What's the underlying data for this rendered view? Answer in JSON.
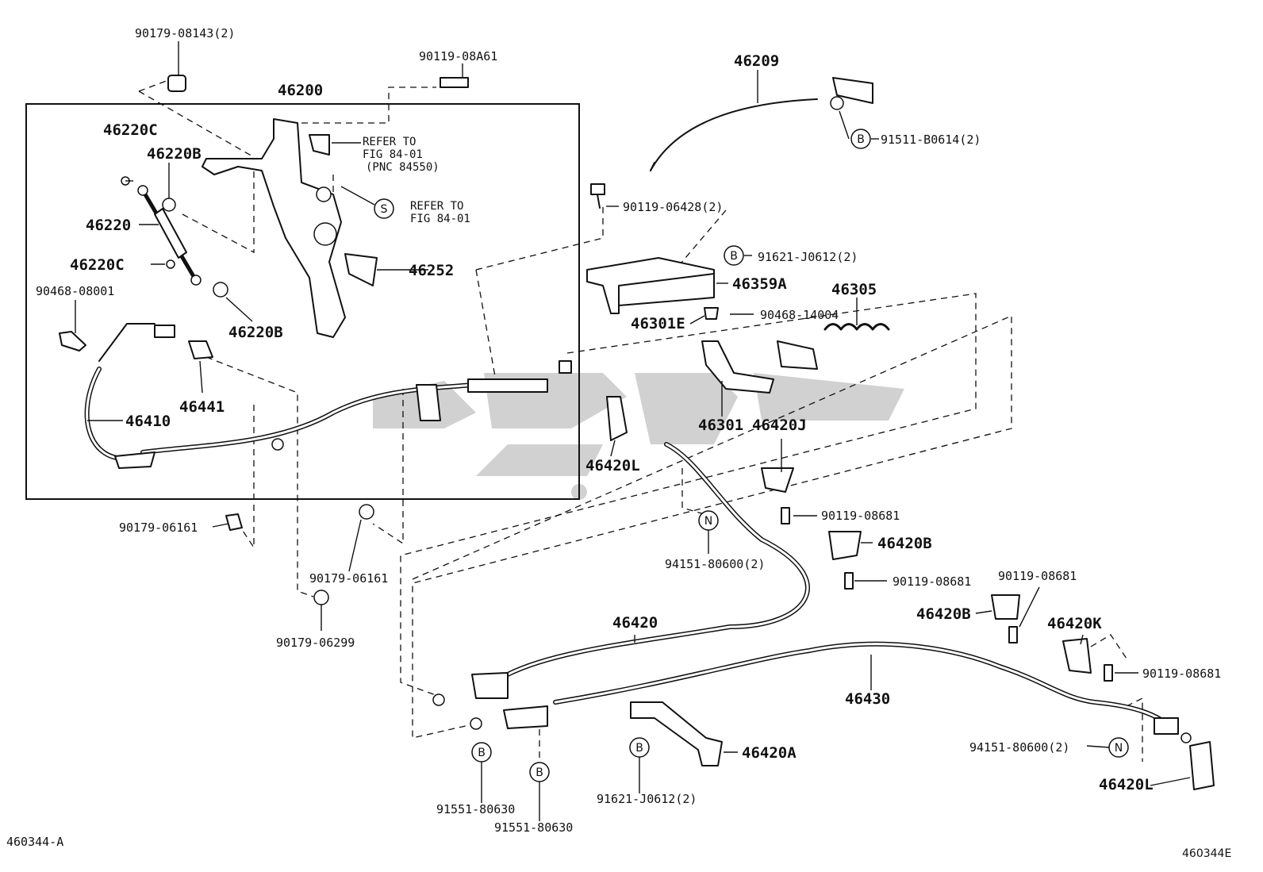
{
  "diagram": {
    "code_left": "460344-A",
    "code_right": "460344E",
    "labels": {
      "p_90179_08143": "90179-08143(2)",
      "p_90119_08A61": "90119-08A61",
      "p_46200": "46200",
      "p_46220C_a": "46220C",
      "p_46220B_a": "46220B",
      "p_46220": "46220",
      "p_46220C_b": "46220C",
      "p_90468_08001": "90468-08001",
      "p_46220B_b": "46220B",
      "p_46252": "46252",
      "p_46410": "46410",
      "p_46441": "46441",
      "p_90179_06161_a": "90179-06161",
      "p_90179_06161_b": "90179-06161",
      "p_90179_06299": "90179-06299",
      "p_46209": "46209",
      "p_91511_B0614": "91511-B0614(2)",
      "p_90119_06428": "90119-06428(2)",
      "p_91621_J0612_a": "91621-J0612(2)",
      "p_46359A": "46359A",
      "p_46305": "46305",
      "p_46301E": "46301E",
      "p_90468_14004": "90468-14004",
      "p_46301": "46301",
      "p_46420J": "46420J",
      "p_46420L_a": "46420L",
      "p_90119_08681_a": "90119-08681",
      "p_94151_80600_a": "94151-80600(2)",
      "p_46420B_a": "46420B",
      "p_90119_08681_b": "90119-08681",
      "p_90119_08681_c": "90119-08681",
      "p_46420B_b": "46420B",
      "p_46420K": "46420K",
      "p_90119_08681_d": "90119-08681",
      "p_46420": "46420",
      "p_46430": "46430",
      "p_46420A": "46420A",
      "p_94151_80600_b": "94151-80600(2)",
      "p_46420L_b": "46420L",
      "p_91551_80630_a": "91551-80630",
      "p_91551_80630_b": "91551-80630",
      "p_91621_J0612_b": "91621-J0612(2)"
    },
    "notes": {
      "refer1_l1": "REFER TO",
      "refer1_l2": "FIG 84-01",
      "refer1_l3": "(PNC 84550)",
      "refer2_l1": "REFER TO",
      "refer2_l2": "FIG 84-01"
    },
    "letters": {
      "B": "B",
      "S": "S",
      "N": "N"
    }
  }
}
